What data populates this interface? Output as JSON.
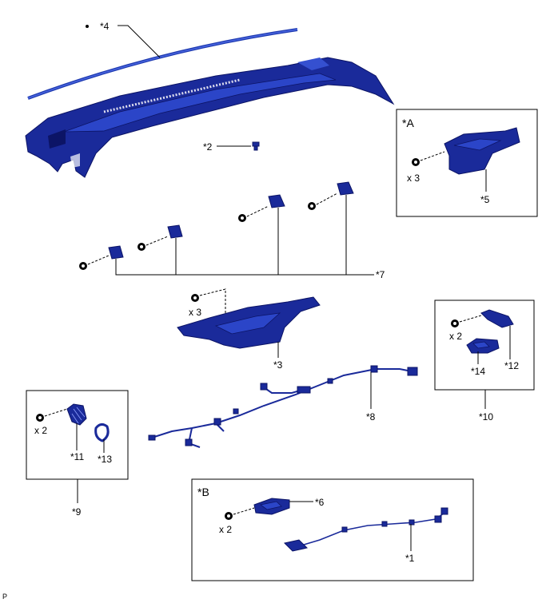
{
  "labels": {
    "p1": "*1",
    "p2": "*2",
    "p3": "*3",
    "p4": "*4",
    "p5": "*5",
    "p6": "*6",
    "p7": "*7",
    "p8": "*8",
    "p9": "*9",
    "p10": "*10",
    "p11": "*11",
    "p12": "*12",
    "p13": "*13",
    "p14": "*14"
  },
  "groups": {
    "A": "*A",
    "B": "*B"
  },
  "quantities": {
    "box_a": "x 3",
    "center": "x 3",
    "box_10": "x 2",
    "box_9": "x 2",
    "box_b": "x 2"
  },
  "footer": {
    "code": "P"
  },
  "colors": {
    "part_fill": "#1a2a9a",
    "part_light": "#2b45c8",
    "outline": "#0c1466"
  }
}
